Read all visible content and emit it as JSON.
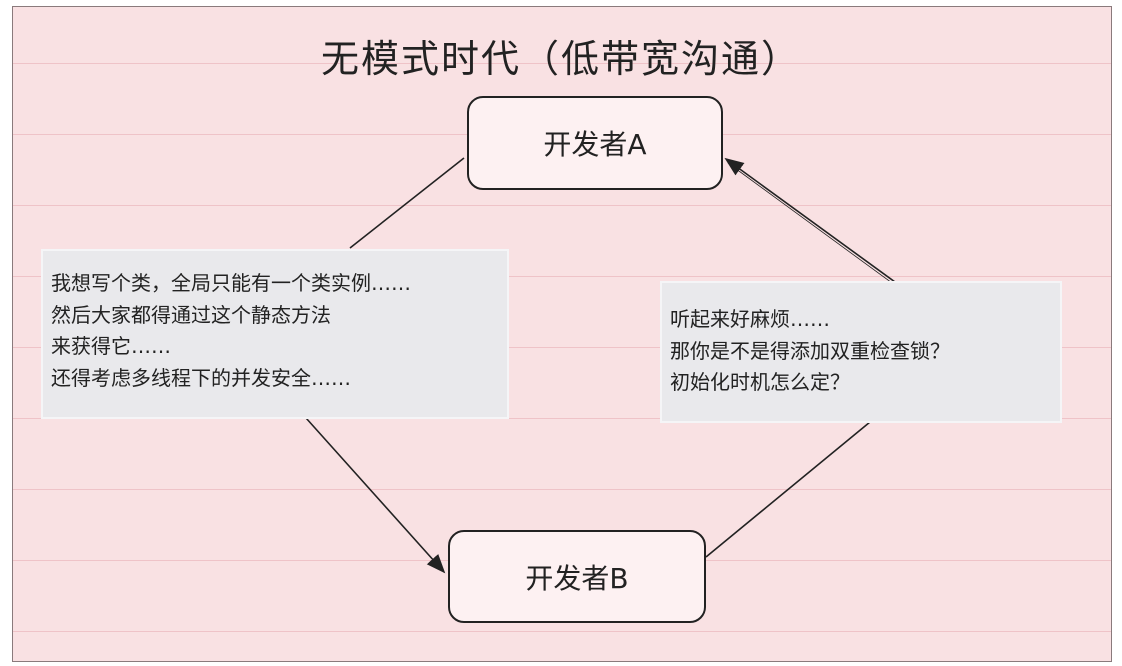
{
  "title": "无模式时代（低带宽沟通）",
  "nodes": {
    "a": "开发者A",
    "b": "开发者B"
  },
  "left_bubble": {
    "lines": [
      "我想写个类，全局只能有一个类实例……",
      "然后大家都得通过这个静态方法",
      "来获得它……",
      "还得考虑多线程下的并发安全……"
    ]
  },
  "right_bubble": {
    "lines": [
      "听起来好麻烦……",
      "那你是不是得添加双重检查锁？",
      "初始化时机怎么定？"
    ]
  },
  "colors": {
    "background": "#f9e1e3",
    "node_fill": "#fdf1f2",
    "bubble_fill": "#e9e9ec",
    "stroke": "#222222"
  }
}
